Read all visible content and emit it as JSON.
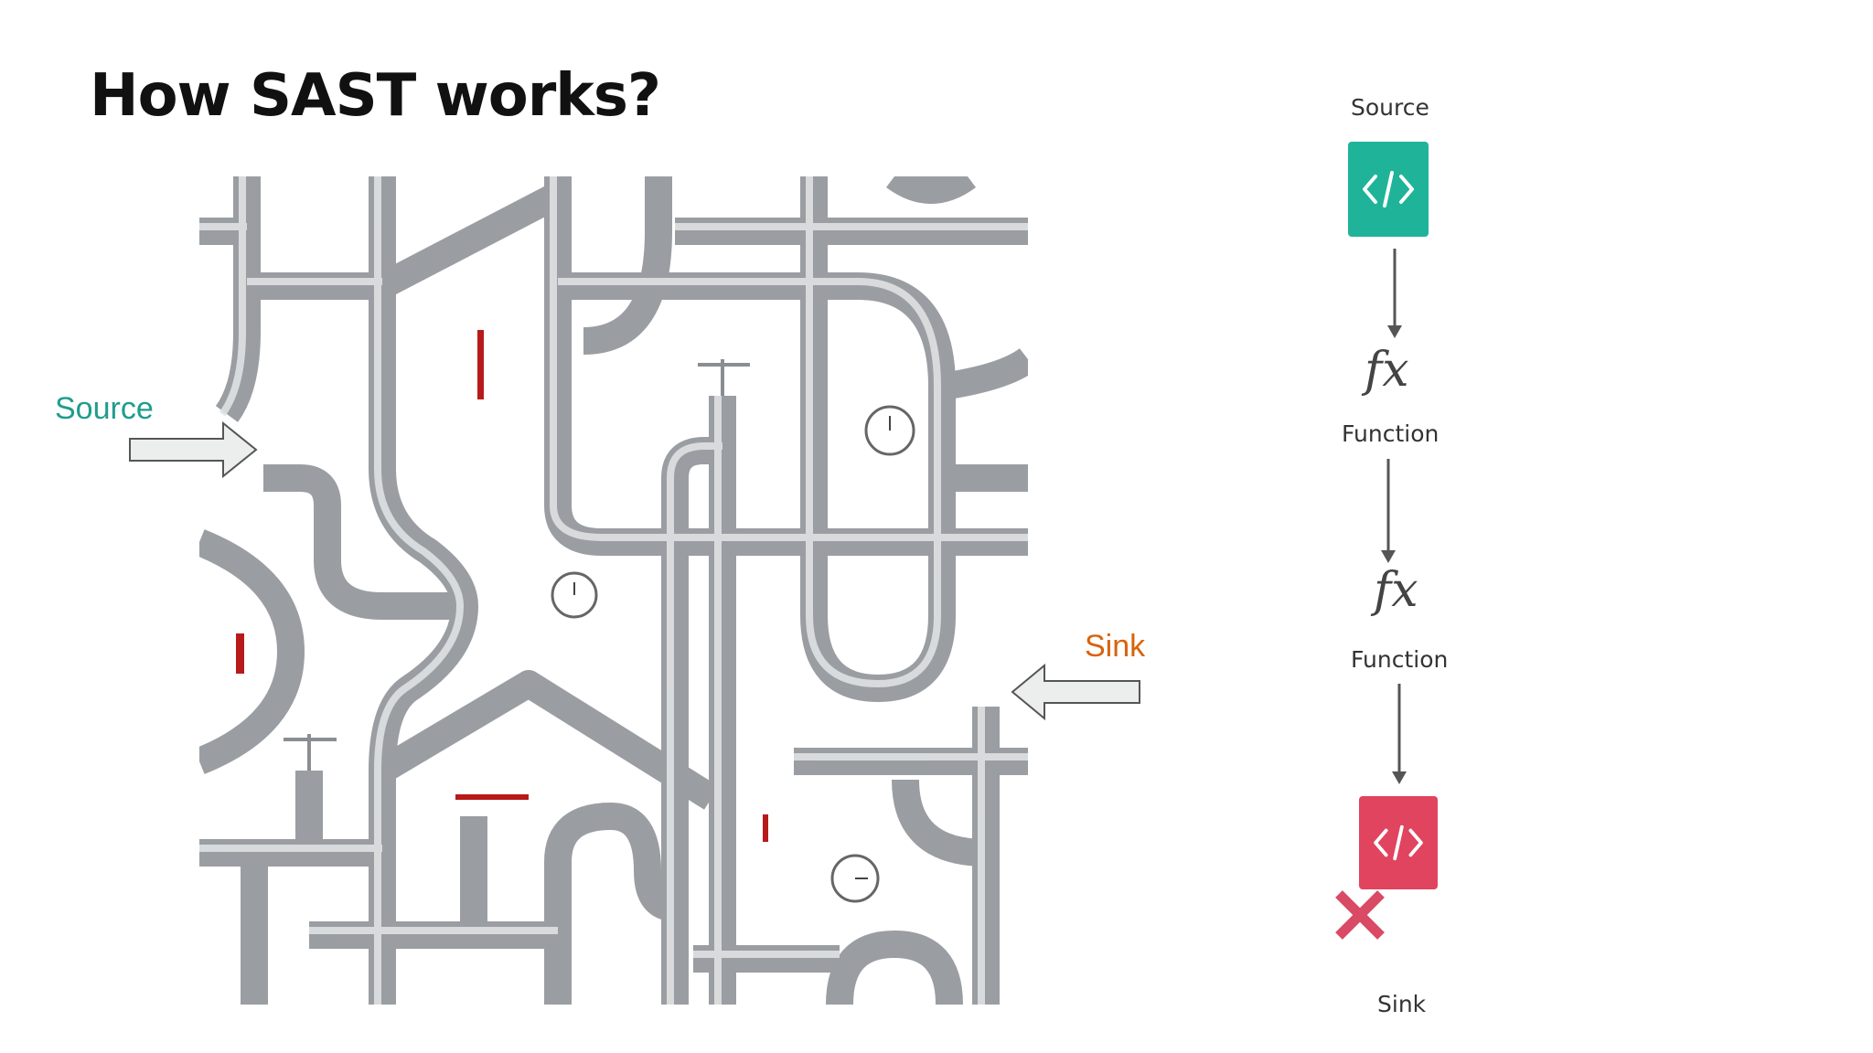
{
  "slide": {
    "title": "How SAST works?"
  },
  "illustration": {
    "source_label": "Source",
    "sink_label": "Sink"
  },
  "flow": {
    "source_label": "Source",
    "function_symbol": "fx",
    "function_label_1": "Function",
    "function_label_2": "Function",
    "sink_label": "Sink",
    "source_icon": "code-brackets-icon",
    "sink_icon": "code-brackets-icon",
    "blocked_icon": "x-mark-icon"
  },
  "colors": {
    "source_accent": "#1f9d8c",
    "sink_accent": "#d9620a",
    "source_tile": "#1fb39a",
    "sink_tile": "#e0445f",
    "x_mark": "#d94a64",
    "pipe": "#b4b7ba"
  }
}
